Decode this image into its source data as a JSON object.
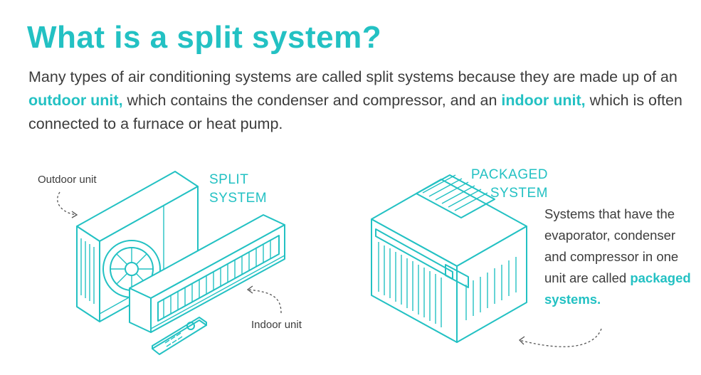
{
  "title": "What is a split system?",
  "intro": {
    "part1": "Many types of air conditioning systems are called split systems because they are made up of an ",
    "outdoor": "outdoor unit,",
    "part2": " which contains the condenser and compressor, and an ",
    "indoor": "indoor unit,",
    "part3": " which is often connected to a furnace or heat pump."
  },
  "split": {
    "heading_line1": "SPLIT",
    "heading_line2": "SYSTEM",
    "outdoor_label": "Outdoor unit",
    "indoor_label": "Indoor unit"
  },
  "packaged": {
    "heading_line1": "PACKAGED",
    "heading_line2": "SYSTEM",
    "desc": "Systems that have the evaporator, condenser and compressor in one unit are called ",
    "desc_highlight": "packaged systems."
  },
  "colors": {
    "accent": "#23c1c3",
    "text": "#3c3c3c",
    "background": "#ffffff"
  }
}
